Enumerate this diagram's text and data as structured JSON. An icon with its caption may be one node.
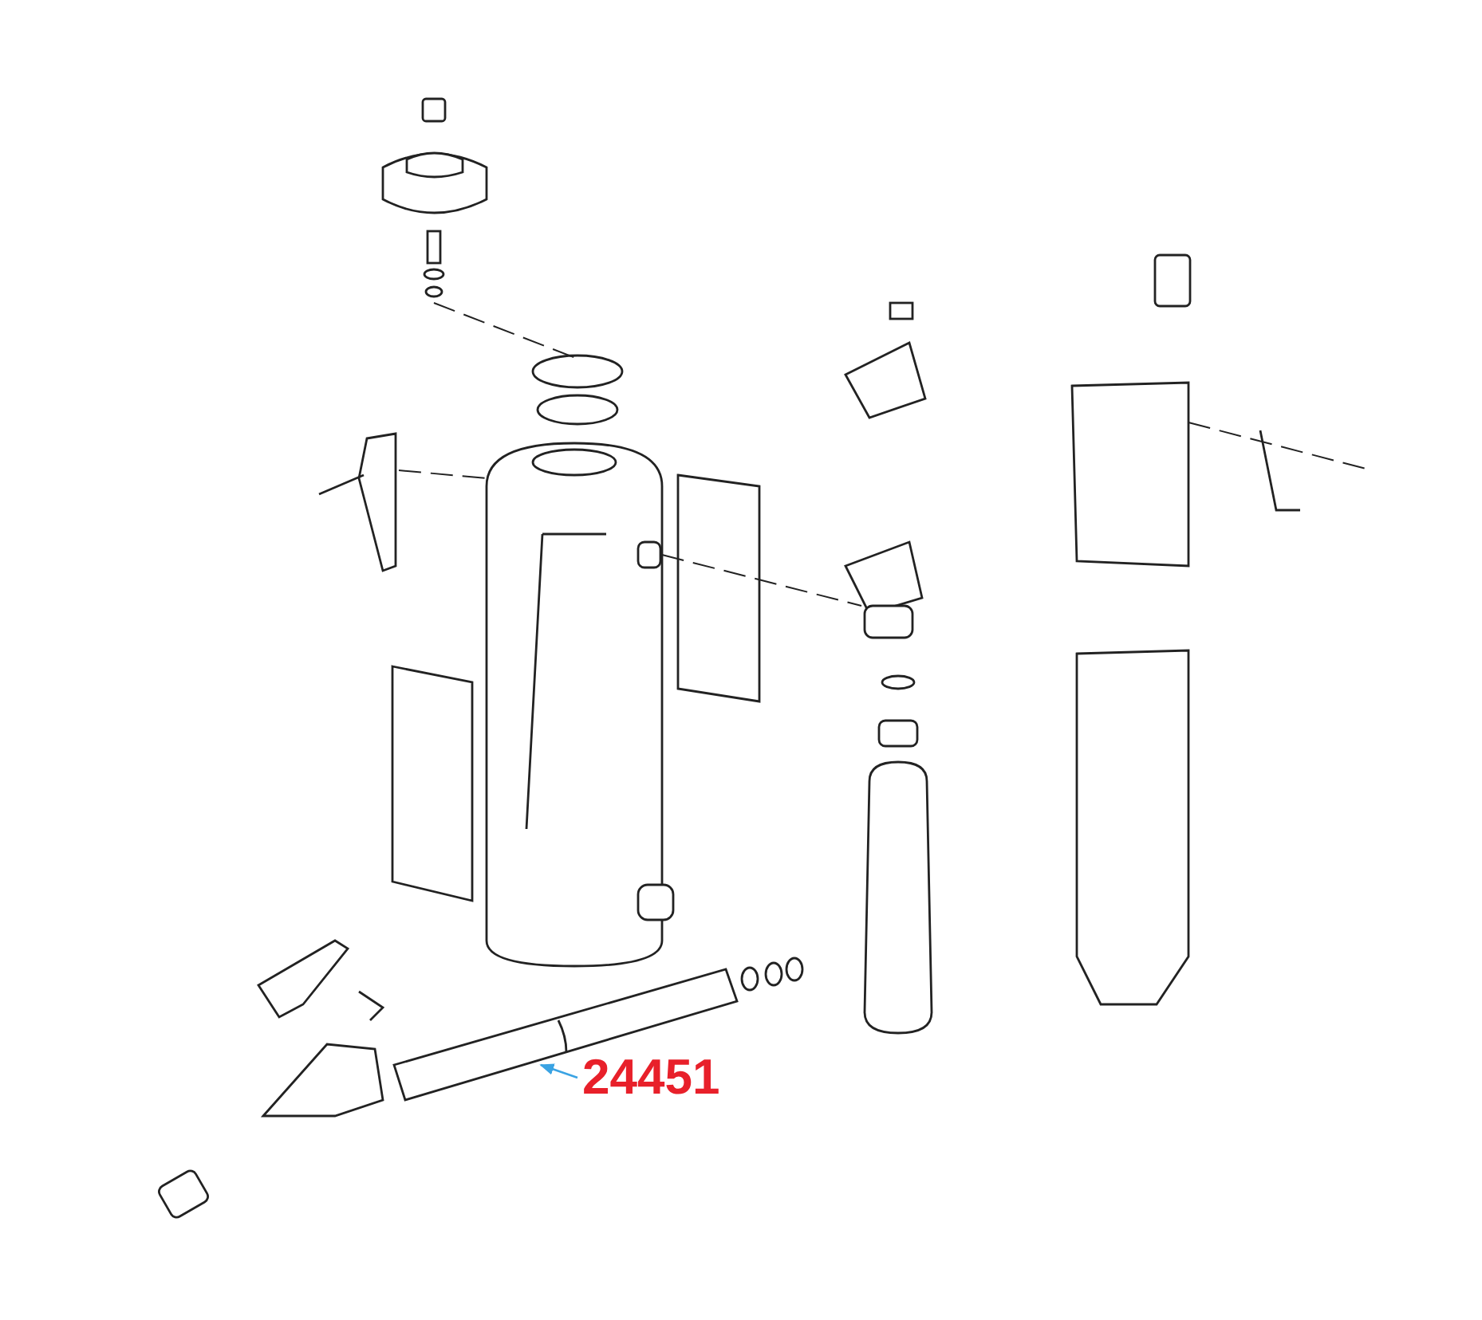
{
  "diagram": {
    "nodes": [
      {
        "text": [
          "24451"
        ]
      },
      {
        "text": [],
        "shape": "picture"
      }
    ],
    "edges": [
      {
        "from": 0,
        "to": 1,
        "arrow": "to",
        "color": "#3aa3e3"
      }
    ]
  }
}
